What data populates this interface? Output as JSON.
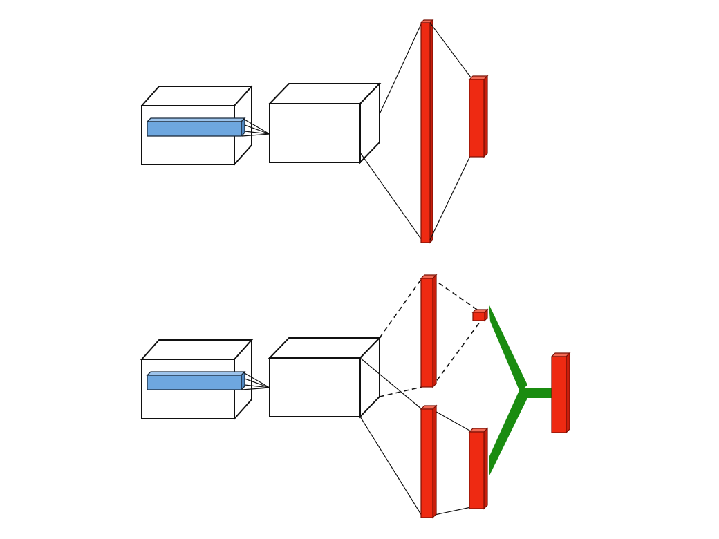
{
  "diagram": {
    "colors": {
      "background": "#ffffff",
      "box_stroke": "#111111",
      "box_fill": "#ffffff",
      "kernel_fill": "#6ea7df",
      "kernel_side": "#4f87c0",
      "layer_fill": "#ee2a12",
      "layer_side": "#c81e0c",
      "merge_color": "#1a8c10",
      "line_color": "#111111"
    },
    "top_network": {
      "components": [
        "input-volume",
        "conv-kernel",
        "feature-volume",
        "fc-layer",
        "output-layer"
      ]
    },
    "bottom_network": {
      "components": [
        "input-volume",
        "conv-kernel",
        "feature-volume",
        "branch-fc-layer",
        "branch-small-unit",
        "branch-fc-layer",
        "branch-output-layer",
        "merge-connector",
        "merged-output-layer"
      ]
    }
  }
}
